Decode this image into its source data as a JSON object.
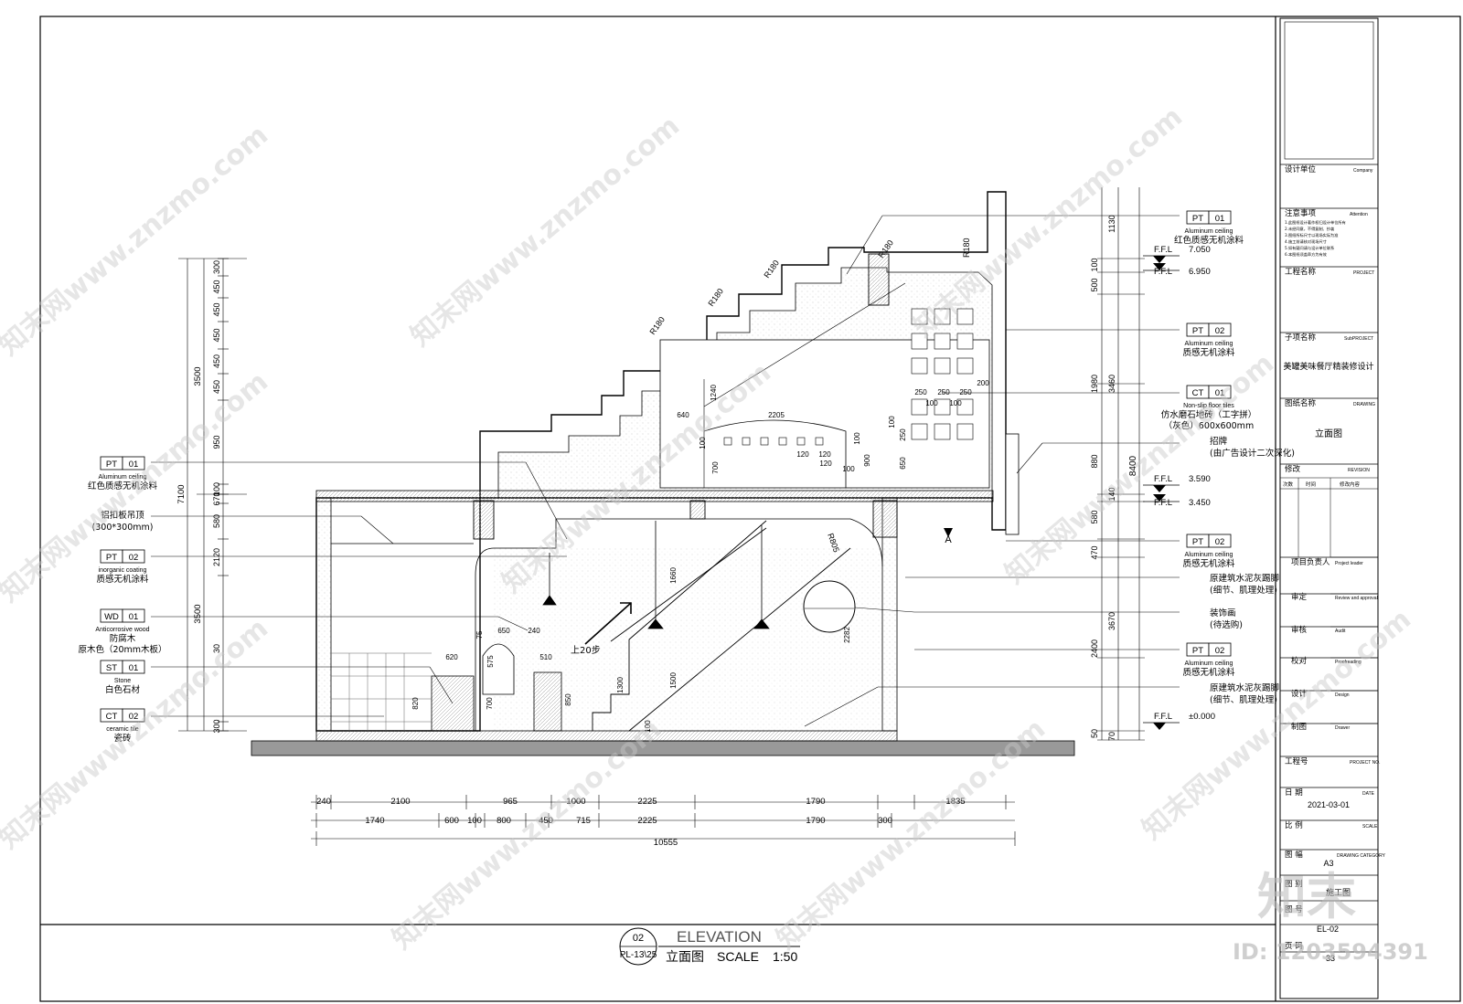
{
  "drawing": {
    "title_en": "ELEVATION",
    "title_cn": "立面图",
    "scale_label": "SCALE",
    "scale_value": "1:50",
    "ref_number": "02",
    "ref_sheet": "PL-13\\25"
  },
  "left_tags": [
    {
      "code": "PT",
      "num": "01",
      "en": "Aluminum ceiling",
      "cn": "红色质感无机涂料",
      "cn2": ""
    },
    {
      "code": "",
      "num": "",
      "en": "",
      "cn": "铝扣板吊顶",
      "cn2": "(300*300mm)"
    },
    {
      "code": "PT",
      "num": "02",
      "en": "inorganic coating",
      "cn": "质感无机涂料",
      "cn2": ""
    },
    {
      "code": "WD",
      "num": "01",
      "en": "Anticorrosive wood",
      "cn": "防腐木",
      "cn2": "原木色（20mm木板）"
    },
    {
      "code": "ST",
      "num": "01",
      "en": "Stone",
      "cn": "白色石材",
      "cn2": ""
    },
    {
      "code": "CT",
      "num": "02",
      "en": "ceramic tile",
      "cn": "瓷砖",
      "cn2": ""
    }
  ],
  "right_tags": [
    {
      "code": "PT",
      "num": "01",
      "en": "Aluminum ceiling",
      "cn": "红色质感无机涂料",
      "cn2": ""
    },
    {
      "code": "PT",
      "num": "02",
      "en": "Aluminum ceiling",
      "cn": "质感无机涂料",
      "cn2": ""
    },
    {
      "code": "CT",
      "num": "01",
      "en": "Non-slip floor tiles",
      "cn": "仿水磨石地砖（工字拼）",
      "cn2": "（灰色）600x600mm"
    },
    {
      "code": "",
      "num": "",
      "en": "",
      "cn": "招牌",
      "cn2": "(由广告设计二次深化)"
    },
    {
      "code": "PT",
      "num": "02",
      "en": "Aluminum ceiling",
      "cn": "质感无机涂料",
      "cn2": ""
    },
    {
      "code": "",
      "num": "",
      "en": "",
      "cn": "原建筑水泥灰踢脚",
      "cn2": "(细节、肌理处理)"
    },
    {
      "code": "",
      "num": "",
      "en": "",
      "cn": "装饰画",
      "cn2": "(待选购)"
    },
    {
      "code": "PT",
      "num": "02",
      "en": "Aluminum ceiling",
      "cn": "质感无机涂料",
      "cn2": ""
    },
    {
      "code": "",
      "num": "",
      "en": "",
      "cn": "原建筑水泥灰踢脚",
      "cn2": "(细节、肌理处理)"
    }
  ],
  "levels": [
    {
      "label": "F.F.L",
      "value": "7.050"
    },
    {
      "label": "F.F.L",
      "value": "6.950"
    },
    {
      "label": "F.F.L",
      "value": "3.590"
    },
    {
      "label": "F.F.L",
      "value": "3.450"
    },
    {
      "label": "F.F.L",
      "value": "±0.000"
    }
  ],
  "dims_left_outer": [
    "7100"
  ],
  "dims_left_mid": [
    "3500",
    "3500"
  ],
  "dims_left_inner": [
    "300",
    "450",
    "450",
    "450",
    "450",
    "450",
    "950",
    "100",
    "670",
    "580",
    "2120",
    "30",
    "300"
  ],
  "dims_right_outer": [
    "8400"
  ],
  "dims_right_mid": [
    "1130",
    "3460",
    "140",
    "3670",
    "70"
  ],
  "dims_right_inner": [
    "100",
    "500",
    "1980",
    "880",
    "580",
    "470",
    "2400",
    "50"
  ],
  "dims_bottom_row1": [
    "240",
    "2100",
    "965",
    "1000",
    "2225",
    "1790",
    "1835"
  ],
  "dims_bottom_row2": [
    "1740",
    "600",
    "100",
    "800",
    "450",
    "715",
    "2225",
    "1790",
    "300"
  ],
  "dims_bottom_total": "10555",
  "inner_labels": {
    "radii": [
      "R180",
      "R180",
      "R180",
      "R180",
      "R180",
      "R805"
    ],
    "upper": [
      "640",
      "2205",
      "1240",
      "100",
      "700",
      "100",
      "120",
      "120",
      "120",
      "100",
      "900",
      "650",
      "250",
      "250",
      "250",
      "100",
      "100",
      "200",
      "250",
      "100"
    ],
    "lower": [
      "75",
      "650",
      "240",
      "620",
      "575",
      "510",
      "820",
      "700",
      "850",
      "1300",
      "1500",
      "1660",
      "2282",
      "100"
    ],
    "stair_note": "上20步",
    "section_mark": "A"
  },
  "title_block": {
    "company_cn": "设计单位",
    "company_en": "Company",
    "attention_cn": "注意事项",
    "attention_en": "Attention",
    "attention_notes": [
      "1.此图纸设计著作权归设计单位所有",
      "2.未经同意，不得复制、抄袭",
      "3.图纸所标尺寸以现场实际为准",
      "4.施工前请核对现场尺寸",
      "5.如有疑问请与设计单位联系",
      "6.本图纸须盖章方为有效"
    ],
    "project_cn": "工程名称",
    "project_en": "PROJECT",
    "subproject_cn": "子项名称",
    "subproject_en": "SubPROJECT",
    "subproject_value": "美罐美味餐厅精装修设计",
    "drawing_cn": "图纸名称",
    "drawing_en": "DRAWING",
    "drawing_value": "立面图",
    "revision_cn": "修改",
    "revision_en": "REVISION",
    "rev_cols": [
      "次数",
      "时间",
      "修改内容"
    ],
    "leader_cn": "项目负责人",
    "leader_en": "Project leader",
    "review_cn": "审定",
    "review_en": "Review and approval",
    "audit_cn": "审核",
    "audit_en": "Audit",
    "proof_cn": "校对",
    "proof_en": "Proofreading",
    "design_cn": "设计",
    "design_en": "Design",
    "drawer_cn": "制图",
    "drawer_en": "Drawer",
    "projno_cn": "工程号",
    "projno_en": "PROJECT NO.",
    "date_cn": "日 期",
    "date_en": "DATE",
    "date_value": "2021-03-01",
    "ratio_cn": "比 例",
    "ratio_en": "SCALE",
    "size_cn": "图 幅",
    "size_en": "DRAWING CATEGORY",
    "size_value": "A3",
    "cat_cn": "图 别",
    "cat_value": "施工图",
    "no_cn": "图 号",
    "no_value": "EL-02",
    "page_cn": "页 码",
    "page_value": "33"
  },
  "watermark": {
    "site": "www.znzmo.com",
    "cn": "知末网",
    "logo": "知末",
    "id": "ID: 1203594391"
  }
}
